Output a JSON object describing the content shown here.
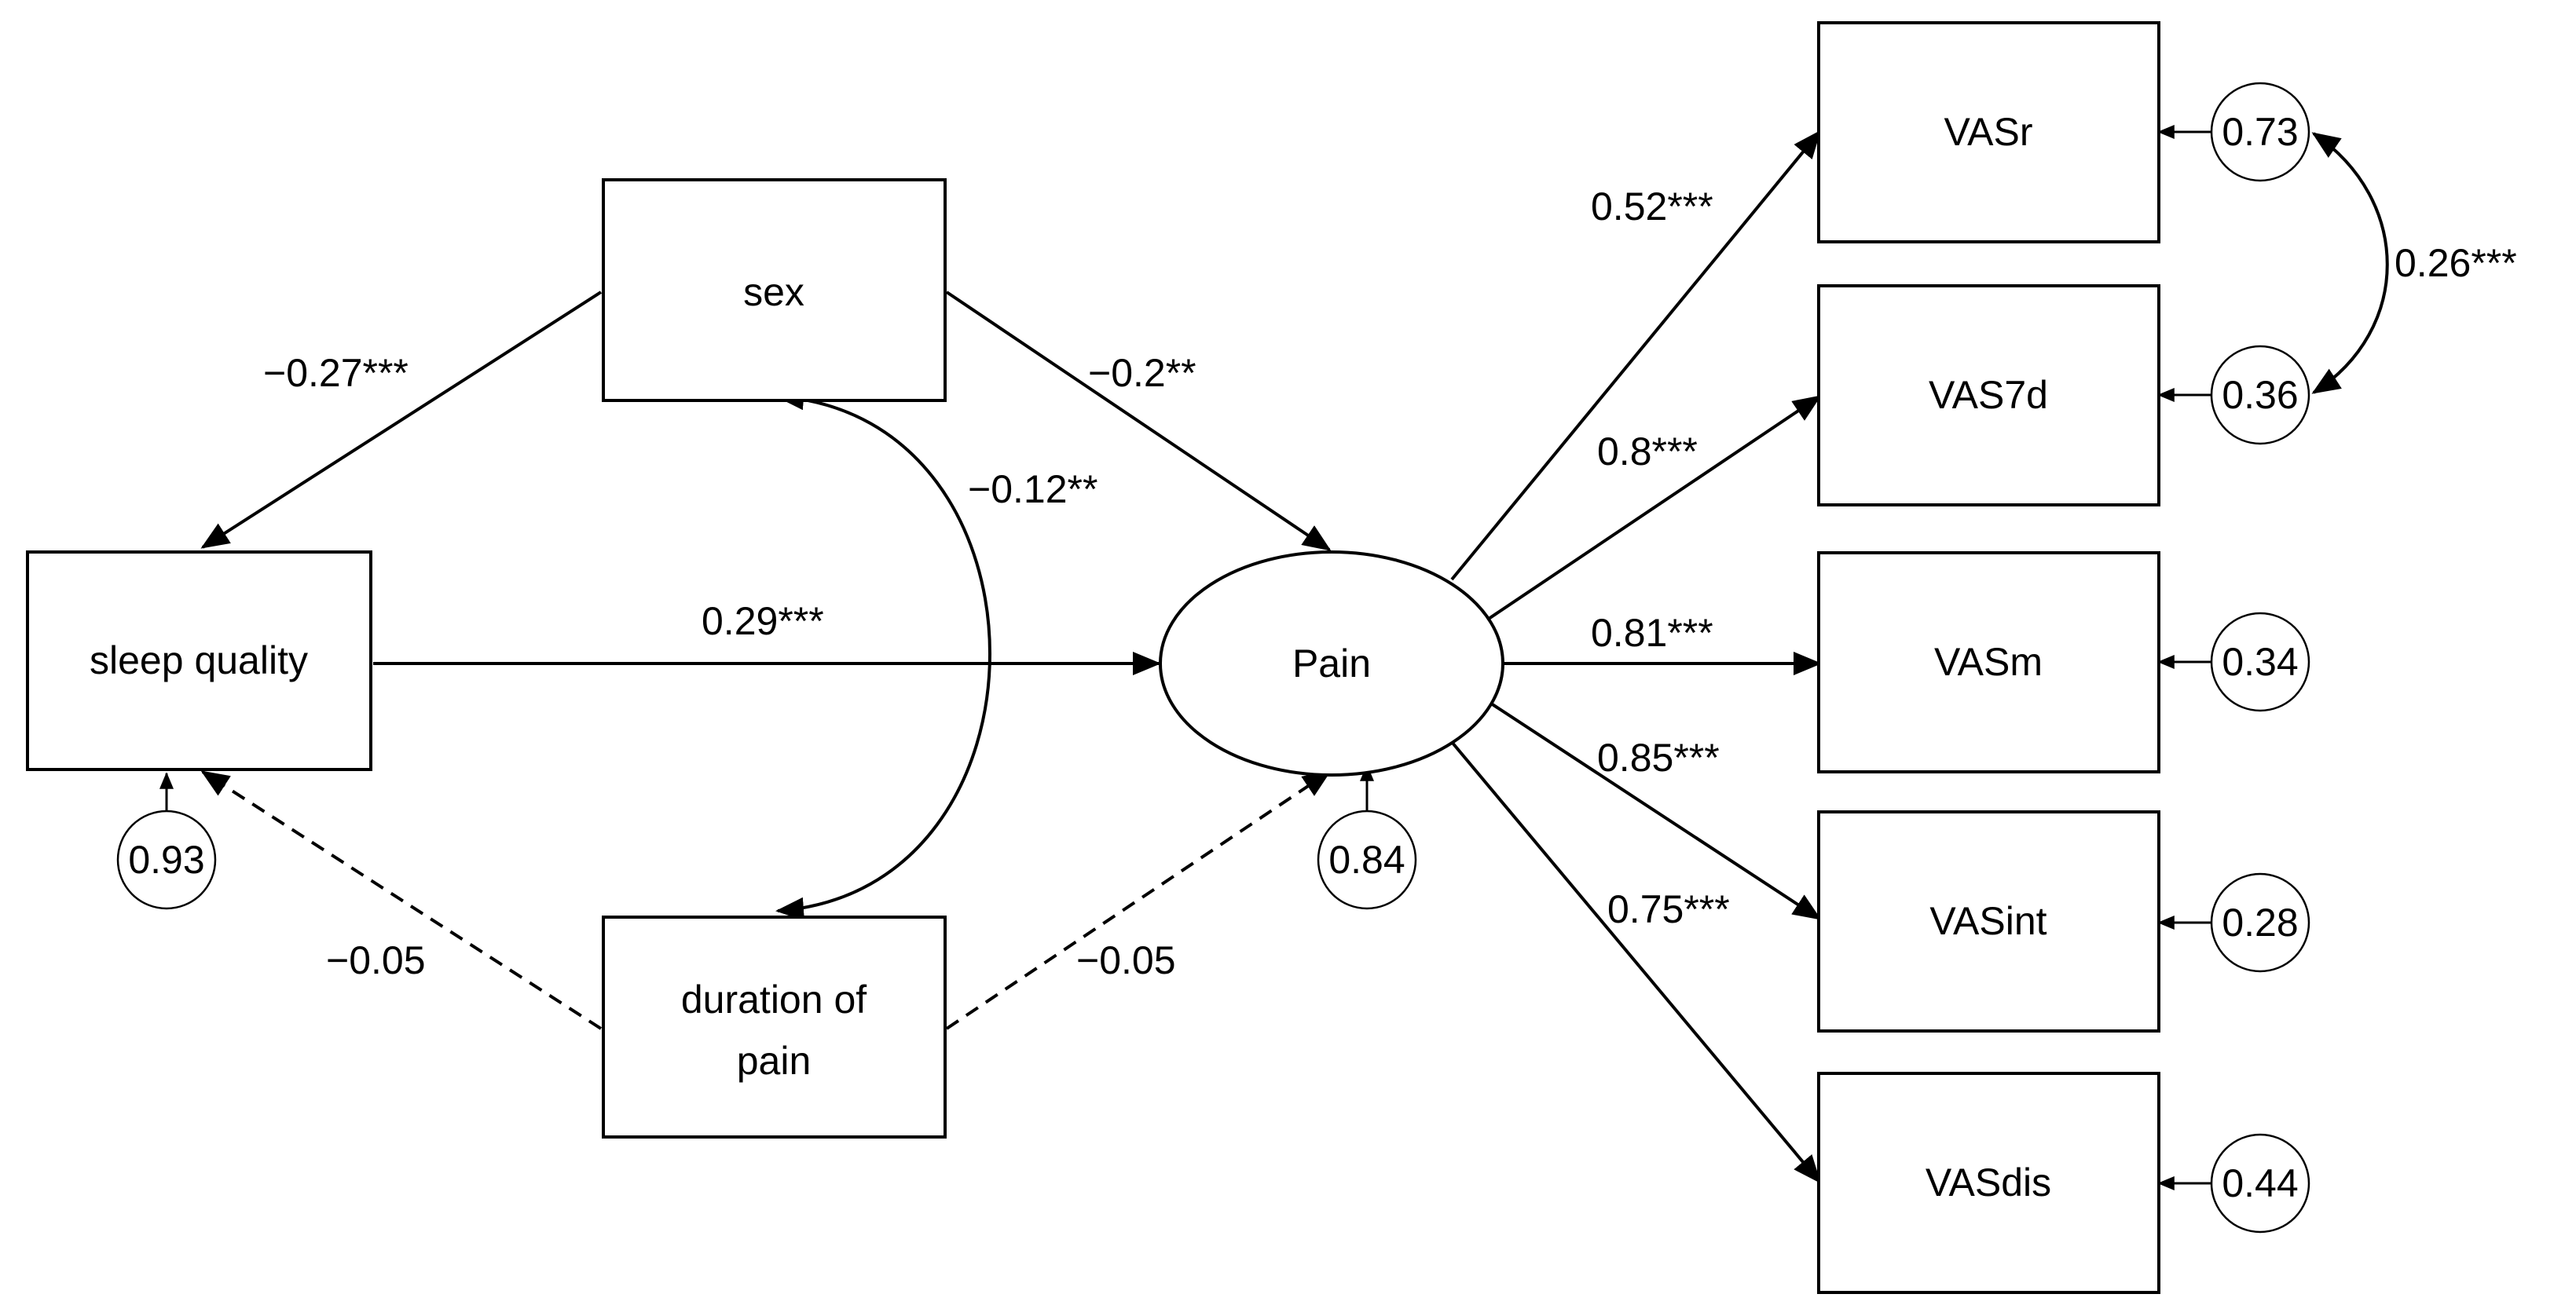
{
  "nodes": {
    "sex": "sex",
    "sleep_quality": "sleep quality",
    "duration_line1": "duration of",
    "duration_line2": "pain",
    "pain": "Pain",
    "vasr": "VASr",
    "vas7d": "VAS7d",
    "vasm": "VASm",
    "vasint": "VASint",
    "vasdis": "VASdis"
  },
  "errors": {
    "sleep_quality": "0.93",
    "pain": "0.84",
    "vasr": "0.73",
    "vas7d": "0.36",
    "vasm": "0.34",
    "vasint": "0.28",
    "vasdis": "0.44"
  },
  "paths": {
    "sex_to_sleep": "−0.27***",
    "sex_to_pain": "−0.2**",
    "sex_duration_cov": "−0.12**",
    "sleep_to_pain": "0.29***",
    "duration_to_sleep": "−0.05",
    "duration_to_pain": "−0.05",
    "pain_to_vasr": "0.52***",
    "pain_to_vas7d": "0.8***",
    "pain_to_vasm": "0.81***",
    "pain_to_vasint": "0.85***",
    "pain_to_vasdis": "0.75***",
    "vasr_vas7d_cov": "0.26***"
  }
}
